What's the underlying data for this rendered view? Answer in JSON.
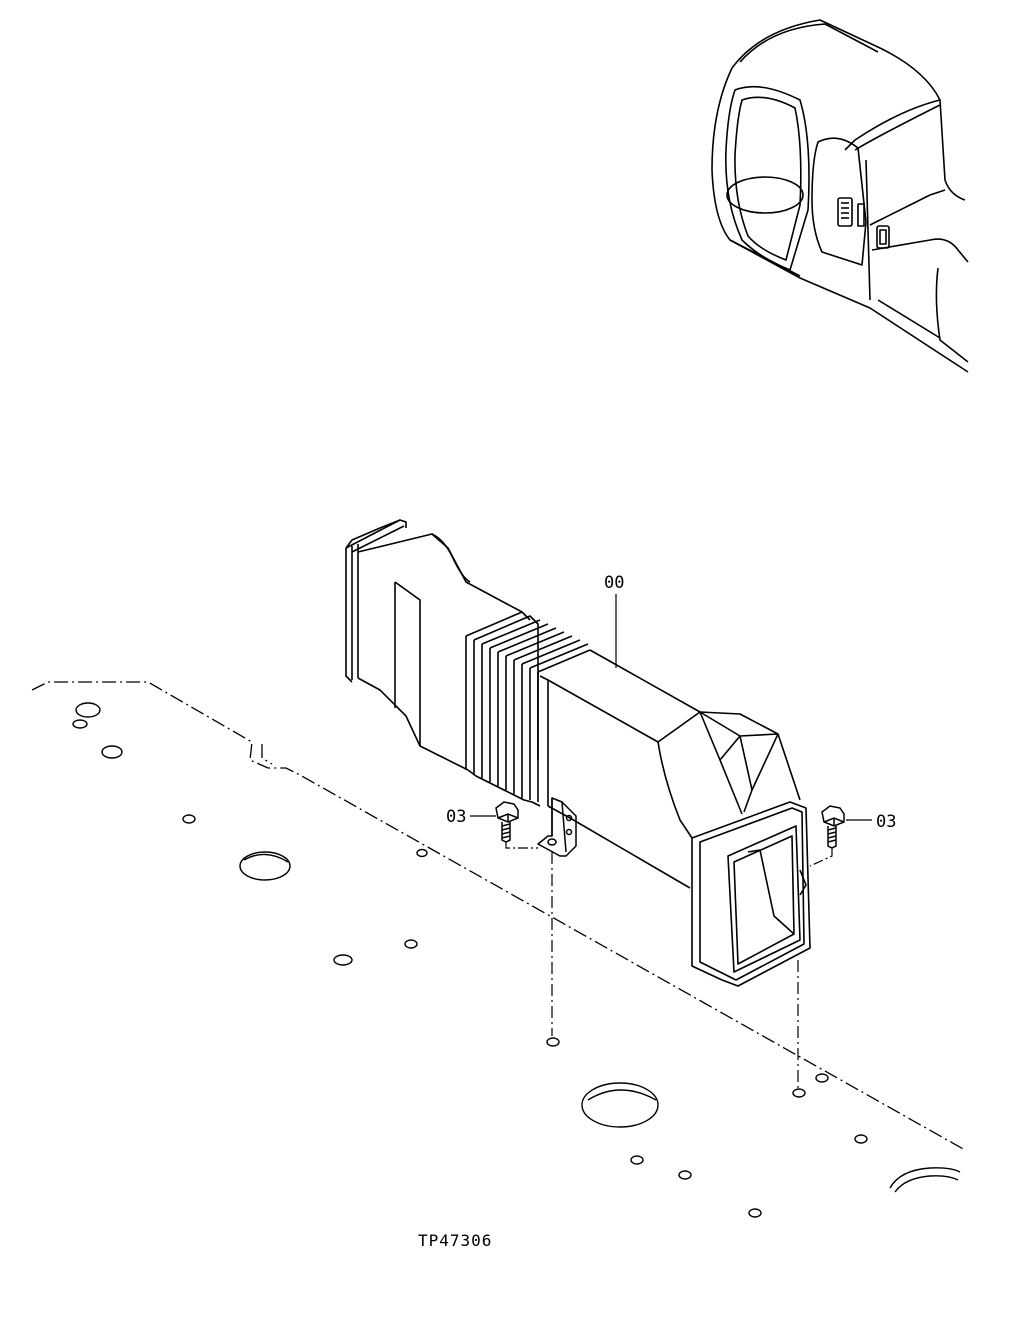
{
  "callouts": {
    "duct_part": "00",
    "bolt_left": "03",
    "bolt_right": "03"
  },
  "figure_ref": "TP47306",
  "colors": {
    "line": "#000000",
    "background": "#ffffff"
  }
}
